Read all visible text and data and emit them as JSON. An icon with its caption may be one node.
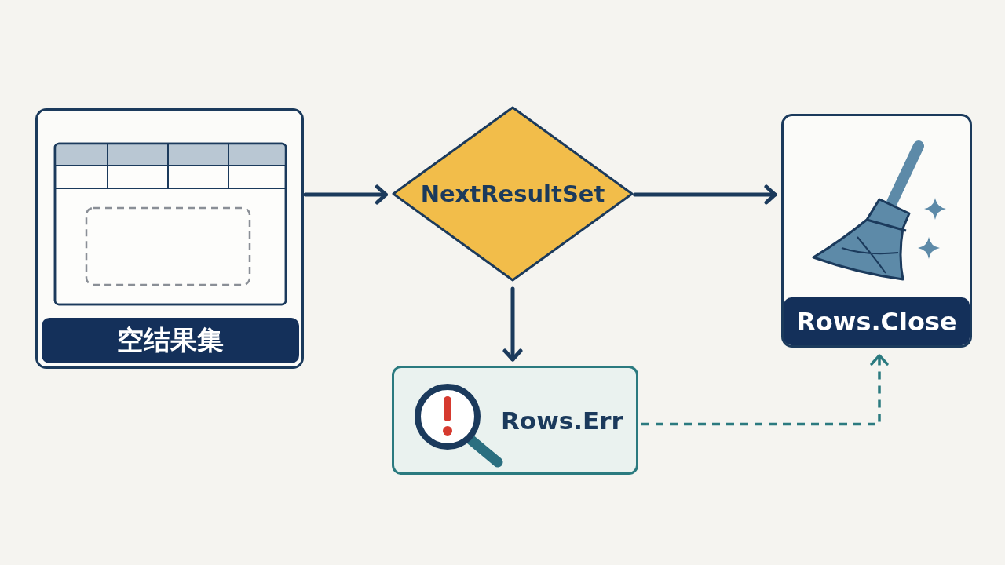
{
  "diagram": {
    "nodes": [
      {
        "text": [
          "空结果集"
        ]
      },
      {
        "text": [
          "NextResultSet"
        ]
      },
      {
        "text": [
          "Rows.Err"
        ]
      },
      {
        "text": [
          "Rows.Close"
        ]
      }
    ],
    "edges": [
      {
        "from": 0,
        "to": 1,
        "arrow": "to"
      },
      {
        "from": 1,
        "to": 3,
        "arrow": "to"
      },
      {
        "from": 1,
        "to": 2,
        "arrow": "to"
      },
      {
        "from": 2,
        "to": 3,
        "arrow": "to",
        "style": "dashed",
        "color": "#2b7a7f"
      }
    ]
  }
}
